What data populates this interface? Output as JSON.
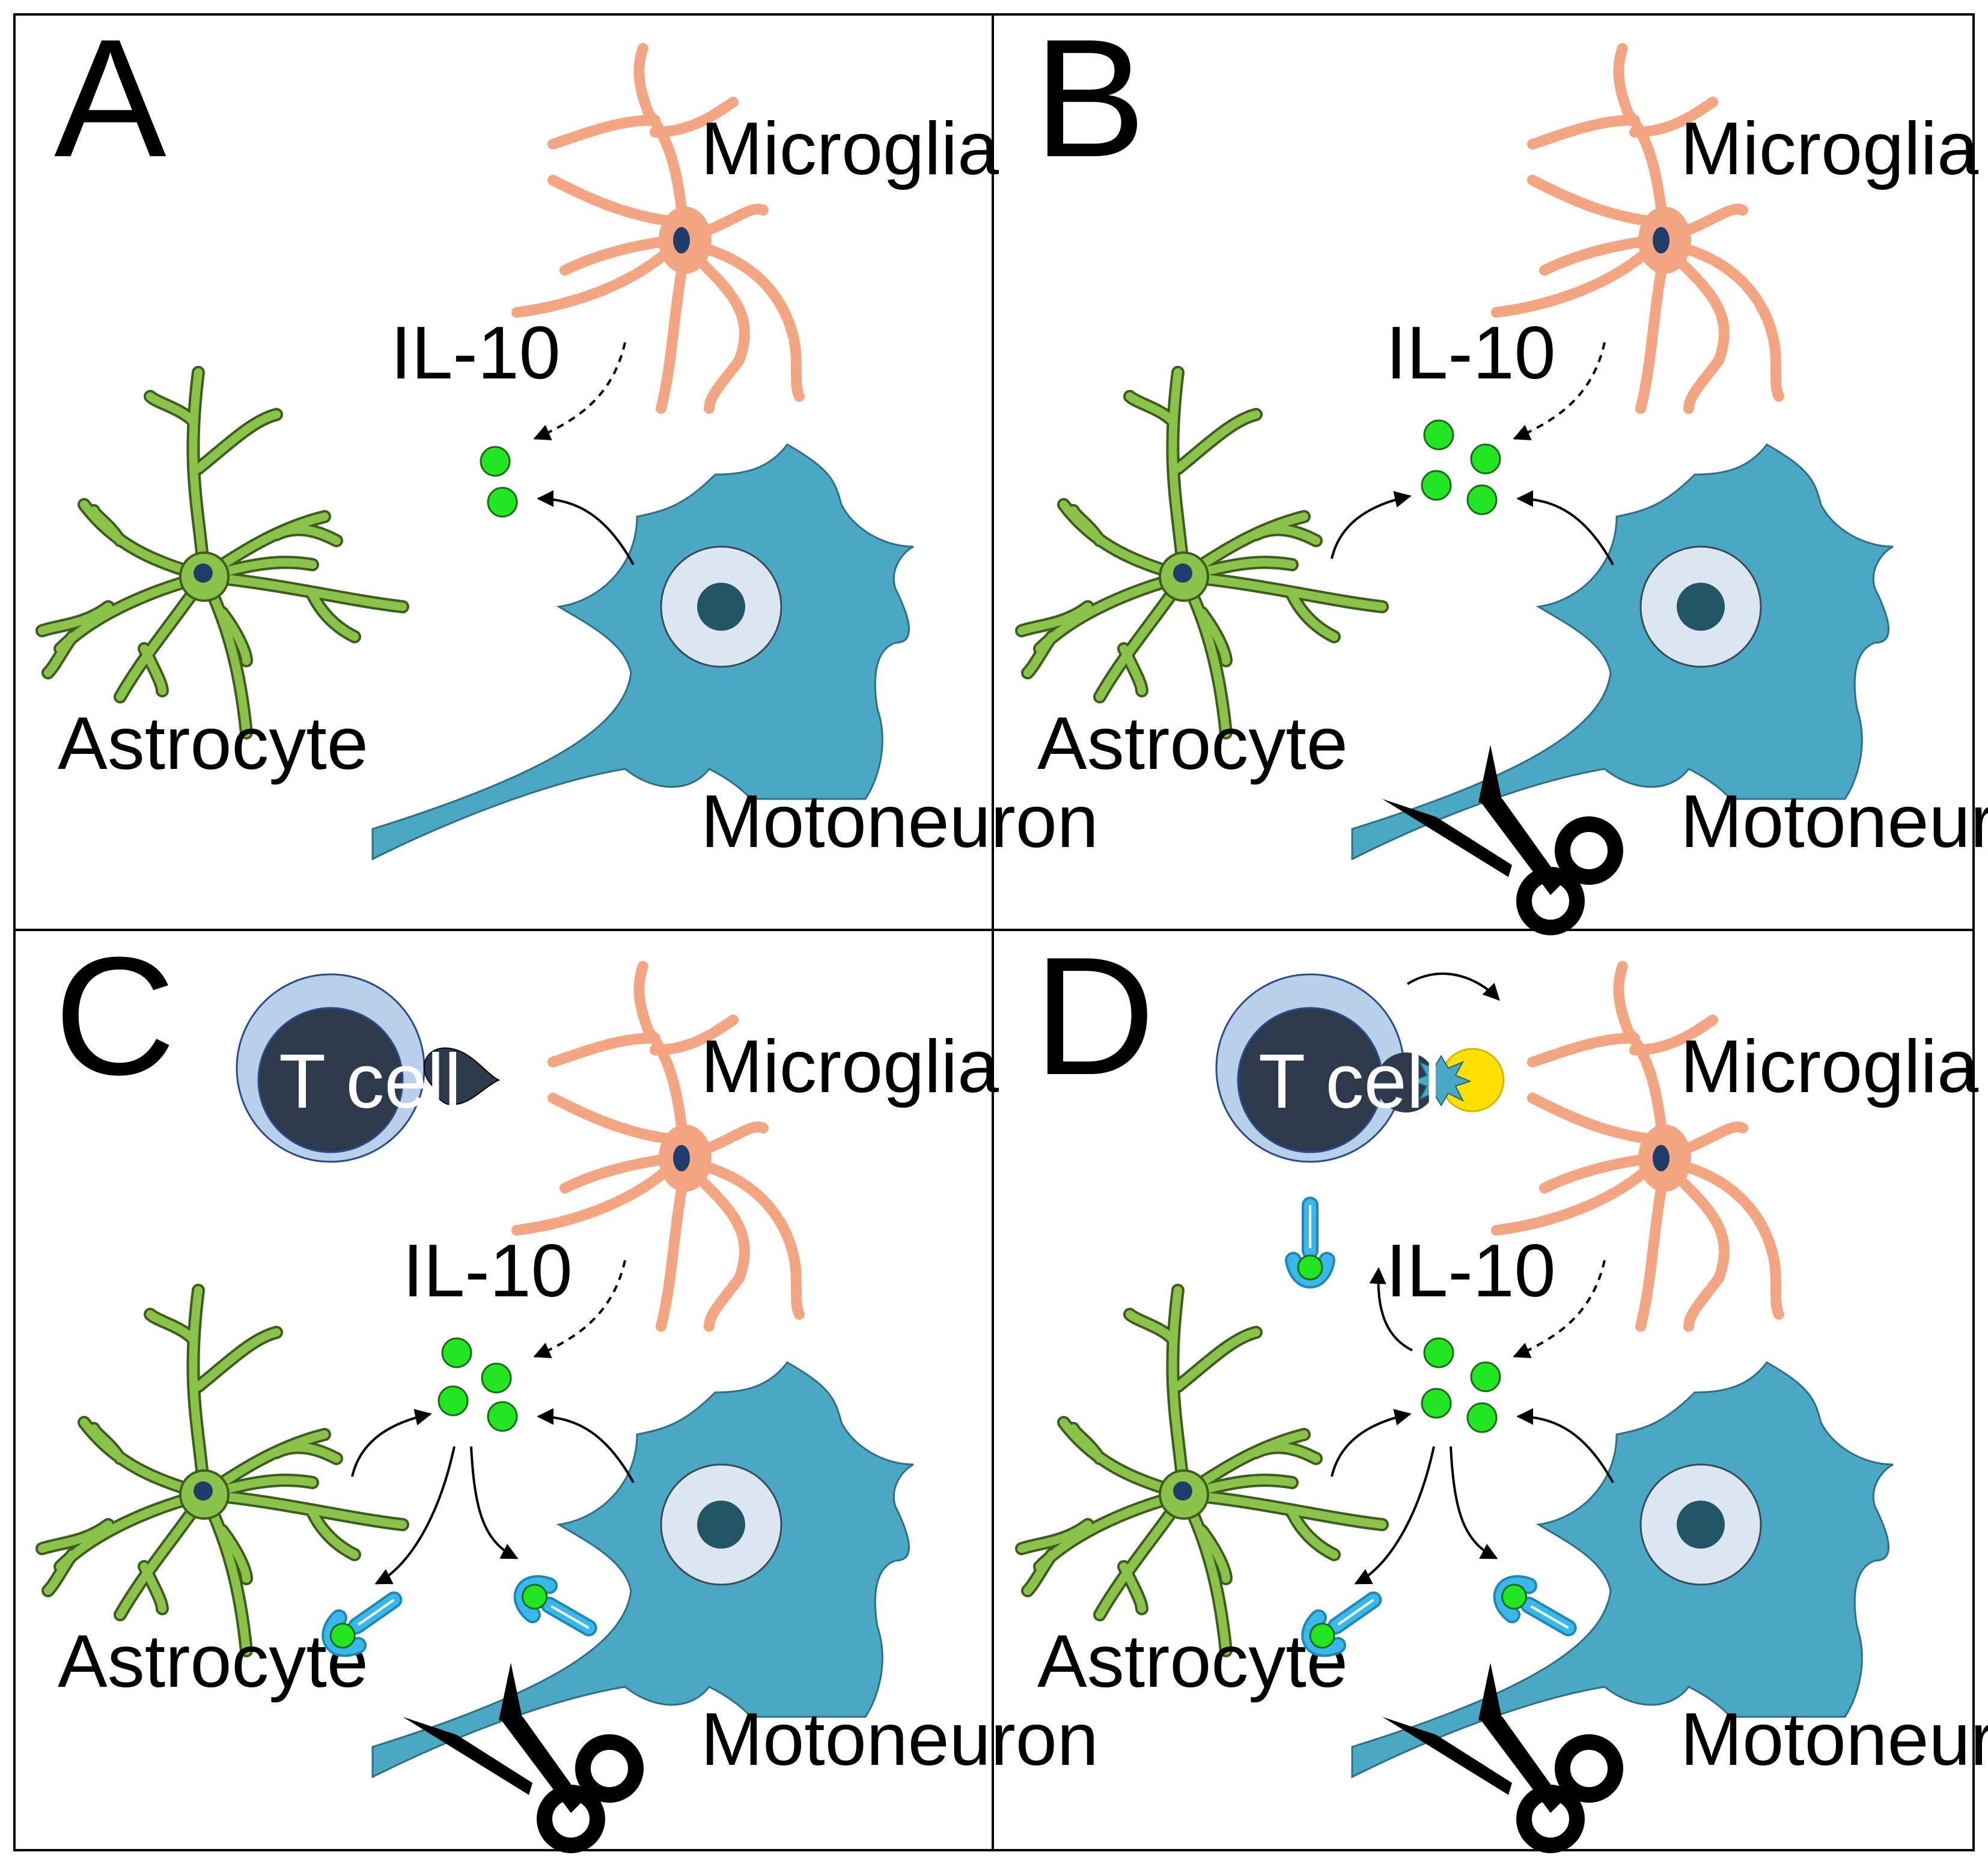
{
  "panels": [
    {
      "letter": "A",
      "microglia": "Microglia",
      "cytokine": "IL-10",
      "astrocyte": "Astrocyte",
      "motoneuron": "Motoneuron"
    },
    {
      "letter": "B",
      "microglia": "Microglia",
      "cytokine": "IL-10",
      "astrocyte": "Astrocyte",
      "motoneuron": "Motoneuron"
    },
    {
      "letter": "C",
      "microglia": "Microglia",
      "cytokine": "IL-10",
      "astrocyte": "Astrocyte",
      "motoneuron": "Motoneuron",
      "tcell": "T cell"
    },
    {
      "letter": "D",
      "microglia": "Microglia",
      "cytokine": "IL-10",
      "astrocyte": "Astrocyte",
      "motoneuron": "Motoneuron",
      "tcell": "T cell"
    }
  ],
  "colors": {
    "astrocyte": "#8bc34a",
    "microglia": "#f4a582",
    "motoneuron": "#4aa8c4",
    "il10": "#22e622",
    "tcell_outer": "#b8d0ea",
    "tcell_inner": "#2c3a4c",
    "receptor": "#39b8ec",
    "mhc_ligand": "#ffe000",
    "scissors": "#000000"
  }
}
